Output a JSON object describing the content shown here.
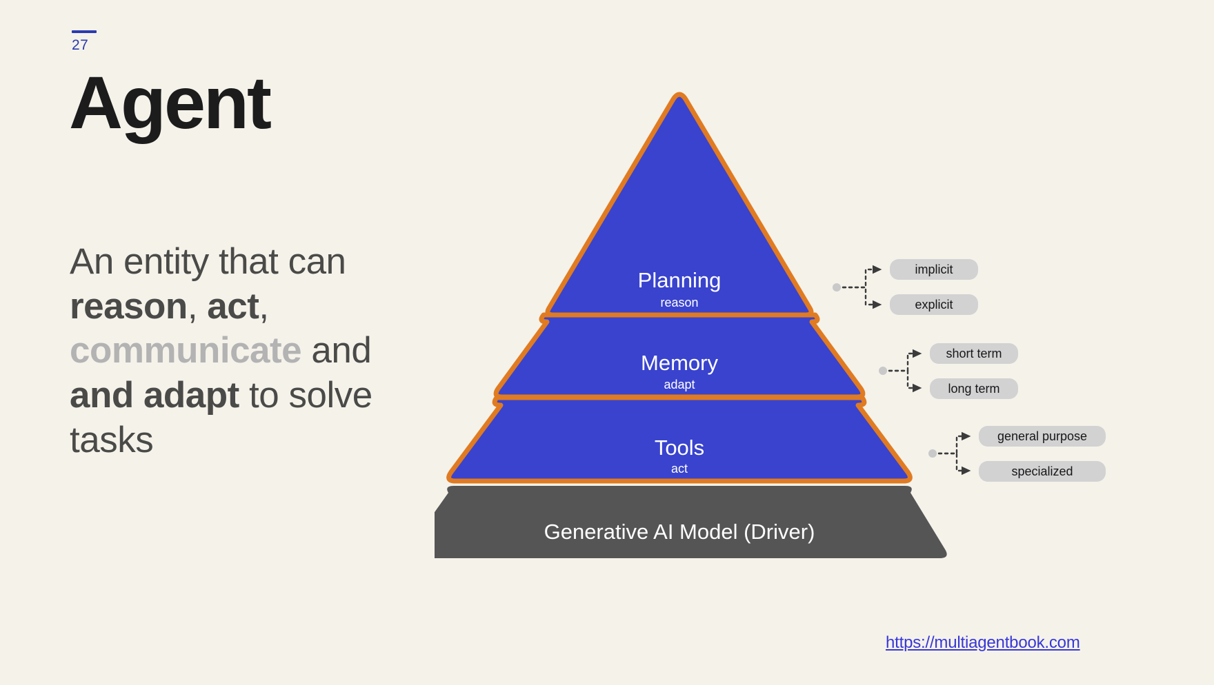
{
  "slide": {
    "page_number": "27",
    "title": "Agent",
    "background_color": "#f5f2ea",
    "accent_color": "#2a3bb0"
  },
  "body": {
    "line1_plain": "An entity that can ",
    "reason": "reason",
    "comma1": ", ",
    "act": "act",
    "comma2": ",",
    "communicate": "communicate",
    "and_plain": "and ",
    "and_adapt": "and adapt",
    "to_plain": " to solve tasks"
  },
  "diagram": {
    "type": "pyramid",
    "fill_color": "#3943ce",
    "stroke_color": "#e07b21",
    "base_color": "#555555",
    "chip_color": "#d2d2d2",
    "tiers": [
      {
        "name": "Planning",
        "subtitle": "reason",
        "shape": "triangle-apex",
        "annotations": [
          "implicit",
          "explicit"
        ]
      },
      {
        "name": "Memory",
        "subtitle": "adapt",
        "shape": "trapezoid",
        "annotations": [
          "short term",
          "long term"
        ]
      },
      {
        "name": "Tools",
        "subtitle": "act",
        "shape": "trapezoid",
        "annotations": [
          "general purpose",
          "specialized"
        ]
      }
    ],
    "base": {
      "name": "Generative AI Model (Driver)",
      "shape": "trapezoid-rounded"
    }
  },
  "footer": {
    "link_text": "https://multiagentbook.com"
  }
}
